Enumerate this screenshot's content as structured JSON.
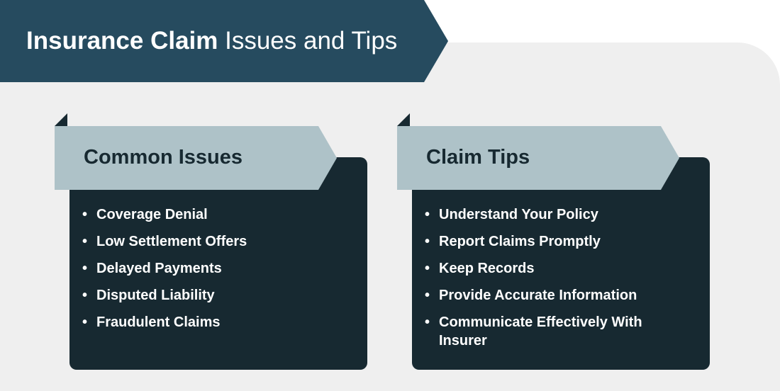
{
  "header": {
    "title_bold": "Insurance Claim",
    "title_rest": " Issues and Tips"
  },
  "sections": [
    {
      "title": "Common Issues",
      "items": [
        "Coverage Denial",
        "Low Settlement Offers",
        "Delayed Payments",
        "Disputed Liability",
        "Fraudulent Claims"
      ]
    },
    {
      "title": "Claim Tips",
      "items": [
        "Understand Your Policy",
        "Report Claims Promptly",
        "Keep Records",
        "Provide Accurate Information",
        "Communicate Effectively With Insurer"
      ]
    }
  ],
  "colors": {
    "banner": "#264b5f",
    "card": "#172931",
    "tab": "#aec2c8",
    "panel": "#efefef"
  }
}
